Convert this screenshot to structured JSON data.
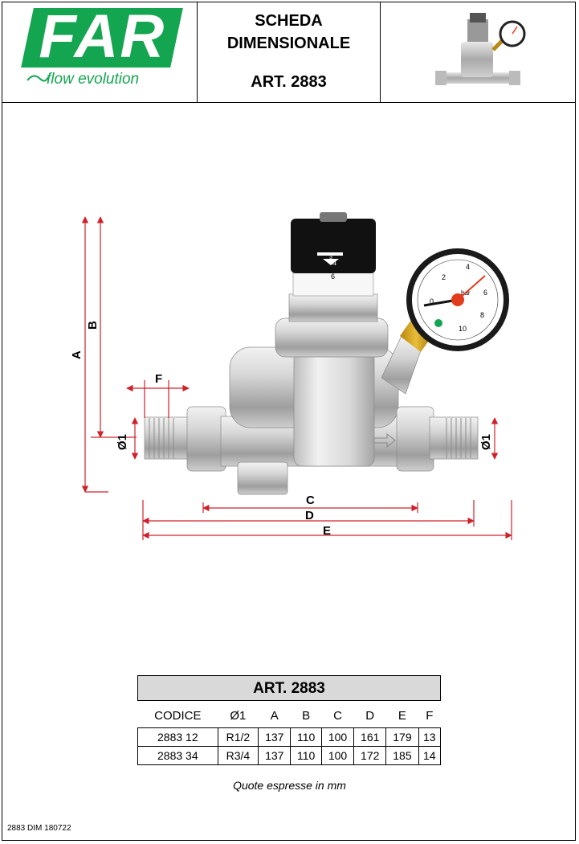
{
  "header": {
    "logo_text": "FAR",
    "tagline": "flow evolution",
    "title_line1": "SCHEDA",
    "title_line2": "DIMENSIONALE",
    "article": "ART. 2883",
    "product_image": "pressure-reducer-with-gauge"
  },
  "drawing": {
    "labels": {
      "A": "A",
      "B": "B",
      "C": "C",
      "D": "D",
      "E": "E",
      "F": "F",
      "dia_left": "Ø1",
      "dia_right": "Ø1"
    },
    "knob_scale": [
      "3",
      "4",
      "6"
    ],
    "gauge_scale": [
      "0",
      "2",
      "4",
      "6",
      "8",
      "10"
    ],
    "gauge_unit": "bar",
    "colors": {
      "dimension": "#d0202a",
      "brass": "#d9a21c",
      "needle": "#e23b1e",
      "knob": "#111111"
    }
  },
  "table": {
    "title": "ART. 2883",
    "columns": [
      "CODICE",
      "Ø1",
      "A",
      "B",
      "C",
      "D",
      "E",
      "F"
    ],
    "rows": [
      [
        "2883 12",
        "R1/2",
        "137",
        "110",
        "100",
        "161",
        "179",
        "13"
      ],
      [
        "2883 34",
        "R3/4",
        "137",
        "110",
        "100",
        "172",
        "185",
        "14"
      ]
    ]
  },
  "note": "Quote espresse in mm",
  "footer": "2883 DIM 180722"
}
